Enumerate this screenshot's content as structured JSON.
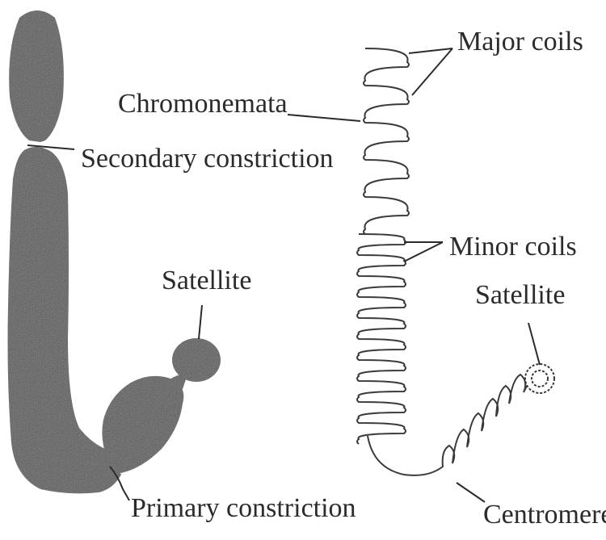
{
  "labels": {
    "major_coils": "Major coils",
    "chromonemata": "Chromonemata",
    "secondary_constriction": "Secondary constriction",
    "minor_coils": "Minor coils",
    "satellite_right": "Satellite",
    "satellite_left": "Satellite",
    "primary_constriction": "Primary constriction",
    "centromere": "Centromere"
  },
  "colors": {
    "chromosome_fill": "#575757",
    "ink": "#2b2b2b",
    "background": "#ffffff"
  }
}
